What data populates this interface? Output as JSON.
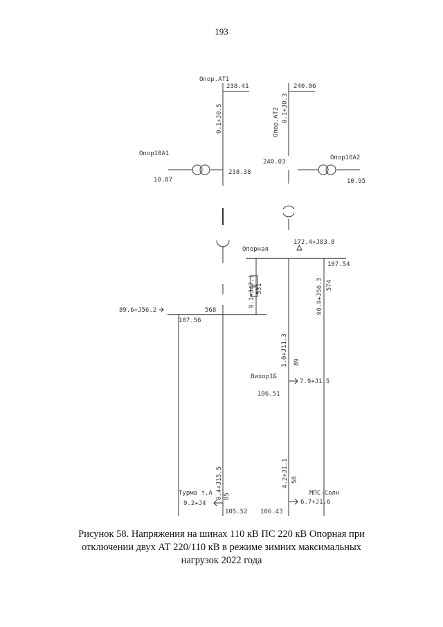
{
  "page_number": "193",
  "caption": {
    "line1": "Рисунок 58. Напряжения на шинах 110 кВ ПС 220 кВ Опорная при",
    "line2": "отключении двух АТ 220/110 кВ в режиме зимних максимальных",
    "line3": "нагрузок 2022 года"
  },
  "nodes": {
    "opor_at1": {
      "name": "Опор.АТ1",
      "voltage": "238.41",
      "flow": "0.1+J0.5"
    },
    "opor_at2": {
      "name": "Опор.АТ2",
      "voltage": "240.06",
      "flow": "0.1+J0.3"
    },
    "opor10a1": {
      "name": "Опор10А1",
      "voltage_hv": "238.38",
      "voltage_lv": "10.87"
    },
    "opor10a2": {
      "name": "Опор10А2",
      "voltage_hv": "240.03",
      "voltage_lv": "10.95"
    },
    "opornaya": {
      "name": "Опорная",
      "load": "172.4+J83.8",
      "voltage": "107.54"
    },
    "bus_left": {
      "voltage": "107.56",
      "current": "568",
      "flow_in": "89.6+J56.2",
      "tie_flow": "9.1+J47.1",
      "tie_current": "531"
    },
    "vikhor": {
      "name": "Вихор1Б",
      "voltage": "106.51",
      "flow_up": "1.0+J11.3",
      "current": "89",
      "load": "7.9+J1.5"
    },
    "right_line": {
      "flow": "90.9+J56.3",
      "current": "574"
    },
    "turma": {
      "name": "Турма т.А",
      "voltage": "105.52",
      "flow": "0.4+J15.5",
      "current": "85",
      "load": "9.2+J4"
    },
    "mps": {
      "name": "МПС-Солн",
      "voltage": "106.43",
      "flow": "4.2+J1.1",
      "current": "58",
      "load": "6.7+J1.6"
    }
  }
}
